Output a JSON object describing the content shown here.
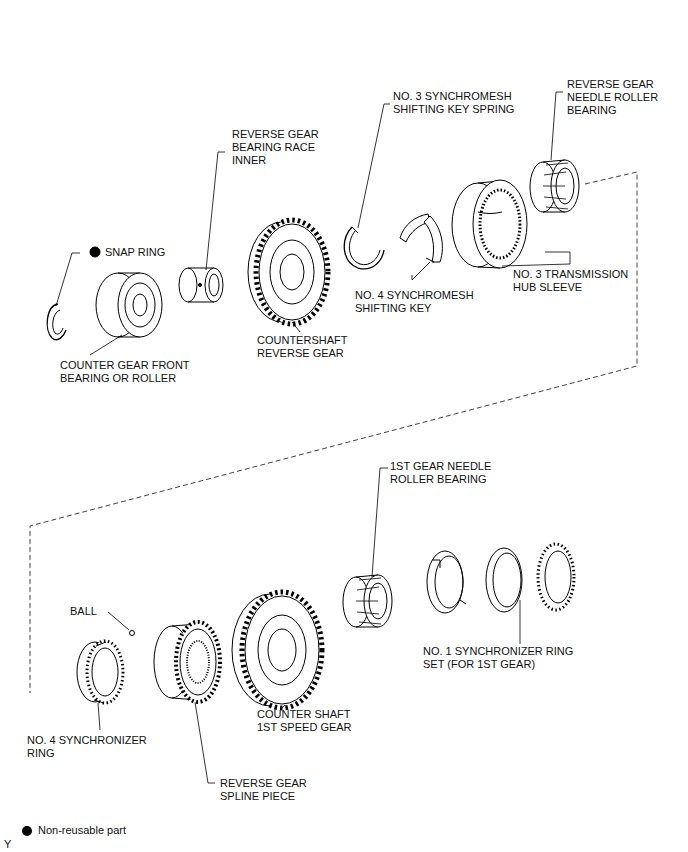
{
  "diagram": {
    "labels": [
      "REVERSE GEAR BEARING RACE INNER",
      "NO. 3 SYNCHROMESH SHIFTING KEY SPRING",
      "REVERSE GEAR NEEDLE ROLLER BEARING",
      "SNAP RING",
      "NO. 4 SYNCHROMESH SHIFTING KEY",
      "NO. 3 TRANSMISSION HUB SLEEVE",
      "COUNTERSHAFT REVERSE GEAR",
      "COUNTER GEAR FRONT BEARING OR ROLLER",
      "1ST GEAR NEEDLE ROLLER BEARING",
      "BALL",
      "NO. 1 SYNCHRONIZER RING SET (FOR 1ST GEAR)",
      "COUNTER SHAFT 1ST SPEED GEAR",
      "NO. 4 SYNCHRONIZER RING",
      "REVERSE GEAR SPLINE PIECE",
      "Y"
    ],
    "legend": [
      {
        "text": "Non-reusable part"
      }
    ]
  }
}
